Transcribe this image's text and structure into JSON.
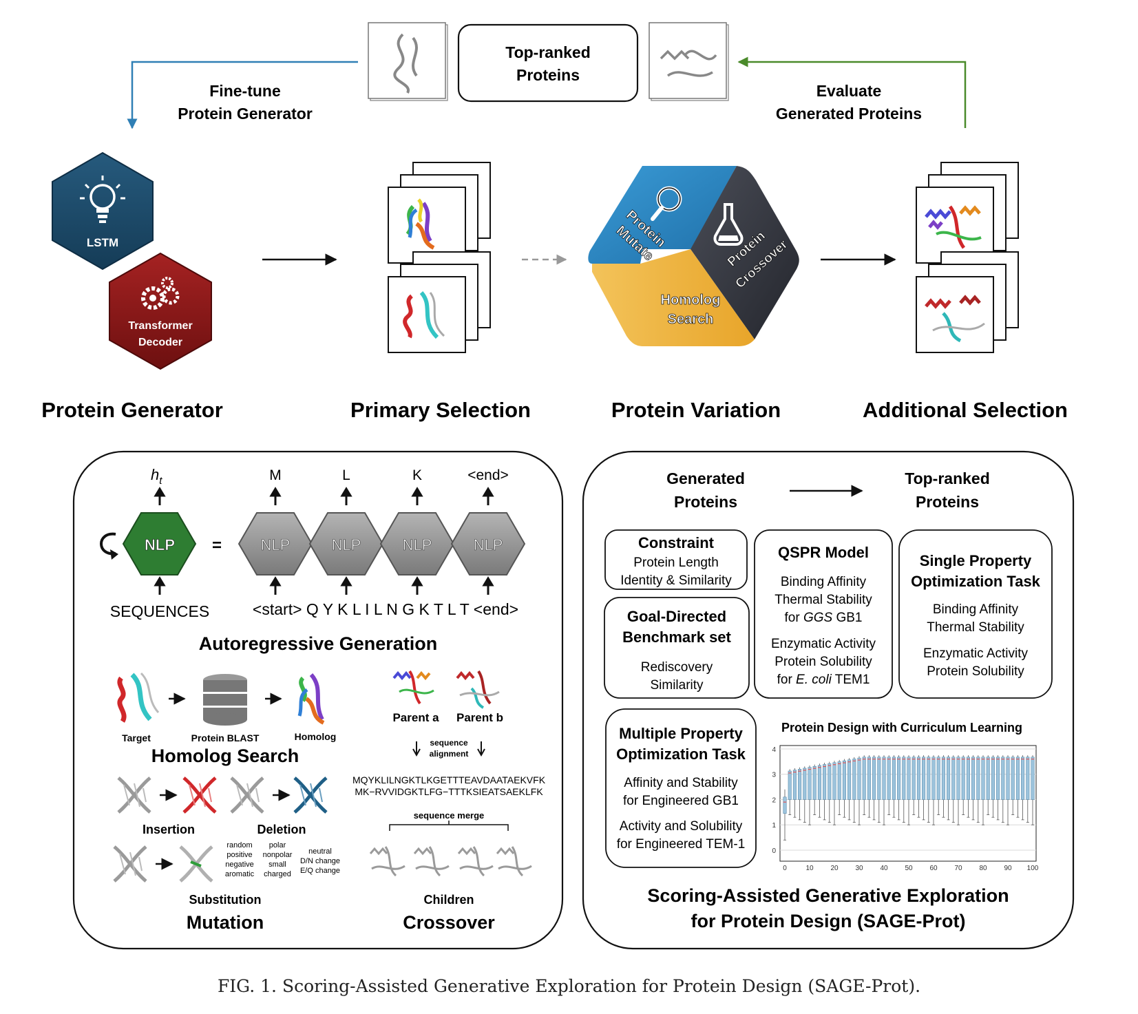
{
  "top": {
    "center_label_l1": "Top-ranked",
    "center_label_l2": "Proteins",
    "finetune_l1": "Fine-tune",
    "finetune_l2": "Protein Generator",
    "evaluate_l1": "Evaluate",
    "evaluate_l2": "Generated Proteins"
  },
  "generator": {
    "lstm": "LSTM",
    "transformer_l1": "Transformer",
    "transformer_l2": "Decoder"
  },
  "variation": {
    "mutate_l1": "Protein",
    "mutate_l2": "Mutate",
    "crossover_l1": "Protein",
    "crossover_l2": "Crossover",
    "homolog_l1": "Homolog",
    "homolog_l2": "Search"
  },
  "stages": [
    "Protein Generator",
    "Primary Selection",
    "Protein Variation",
    "Additional Selection"
  ],
  "autoregressive": {
    "ht": "h",
    "ht_sub": "t",
    "outputs": [
      "M",
      "L",
      "K",
      "<end>"
    ],
    "nlp": "NLP",
    "equals": "=",
    "sequences": "SEQUENCES",
    "input_seq": "<start> Q Y K L I L N G K T L T <end>",
    "title": "Autoregressive Generation"
  },
  "homolog": {
    "target": "Target",
    "blast": "Protein BLAST",
    "homolog": "Homolog",
    "title": "Homolog Search"
  },
  "mutation": {
    "insertion": "Insertion",
    "deletion": "Deletion",
    "substitution": "Substitution",
    "col1": [
      "random",
      "positive",
      "negative",
      "aromatic"
    ],
    "col2": [
      "polar",
      "nonpolar",
      "small",
      "charged"
    ],
    "col3": [
      "neutral",
      "D/N change",
      "E/Q change"
    ],
    "title": "Mutation"
  },
  "crossover": {
    "parent_a": "Parent a",
    "parent_b": "Parent b",
    "align_l1": "sequence",
    "align_l2": "alignment",
    "seq1": "MQYKLILNGKTLKGETTTEAVDAATAEKVFK",
    "seq2": "MK−RVVIDGKTLFG−TTTKSIEATSAEKLFK",
    "merge": "sequence merge",
    "children": "Children",
    "title": "Crossover"
  },
  "sage": {
    "gen_l1": "Generated",
    "gen_l2": "Proteins",
    "top_l1": "Top-ranked",
    "top_l2": "Proteins",
    "constraint_title": "Constraint",
    "constraint_l1": "Protein Length",
    "constraint_l2": "Identity & Similarity",
    "qspr_title": "QSPR Model",
    "qspr_l1": "Binding Affinity",
    "qspr_l2": "Thermal Stability",
    "qspr_l3a": "for ",
    "qspr_l3b": "GGS",
    "qspr_l3c": " GB1",
    "qspr_l4": "Enzymatic Activity",
    "qspr_l5": "Protein Solubility",
    "qspr_l6a": "for ",
    "qspr_l6b": "E. coli",
    "qspr_l6c": " TEM1",
    "single_title_l1": "Single Property",
    "single_title_l2": "Optimization Task",
    "single_l1": "Binding Affinity",
    "single_l2": "Thermal Stability",
    "single_l3": "Enzymatic Activity",
    "single_l4": "Protein Solubility",
    "goal_title_l1": "Goal-Directed",
    "goal_title_l2": "Benchmark set",
    "goal_l1": "Rediscovery",
    "goal_l2": "Similarity",
    "multi_title_l1": "Multiple Property",
    "multi_title_l2": "Optimization Task",
    "multi_l1": "Affinity and Stability",
    "multi_l2": "for Engineered GB1",
    "multi_l3": "Activity and Solubility",
    "multi_l4": "for Engineered TEM-1",
    "title_l1": "Scoring-Assisted Generative Exploration",
    "title_l2": "for Protein Design (SAGE-Prot)"
  },
  "chart_data": {
    "type": "box",
    "title": "Protein Design with Curriculum Learning",
    "xlabel": "",
    "ylabel": "",
    "x_ticks": [
      0,
      10,
      20,
      30,
      40,
      50,
      60,
      70,
      80,
      90,
      100
    ],
    "y_ticks": [
      0,
      1,
      2,
      3,
      4
    ],
    "xlim": [
      0,
      100
    ],
    "ylim": [
      -0.3,
      4.0
    ],
    "grid": "horizontal",
    "box_color": "#9cc3dc",
    "median_color": "#e45454",
    "summary": "Box plot per iteration: iteration 0-1 median ~1.9; from iteration 2 onward medians rise from ~3.0 to ~3.6 and plateau, whiskers reaching ~3.7 high and ~1.0-1.5 low"
  },
  "caption": "FIG. 1.   Scoring-Assisted Generative Exploration for Protein Design (SAGE-Prot)."
}
